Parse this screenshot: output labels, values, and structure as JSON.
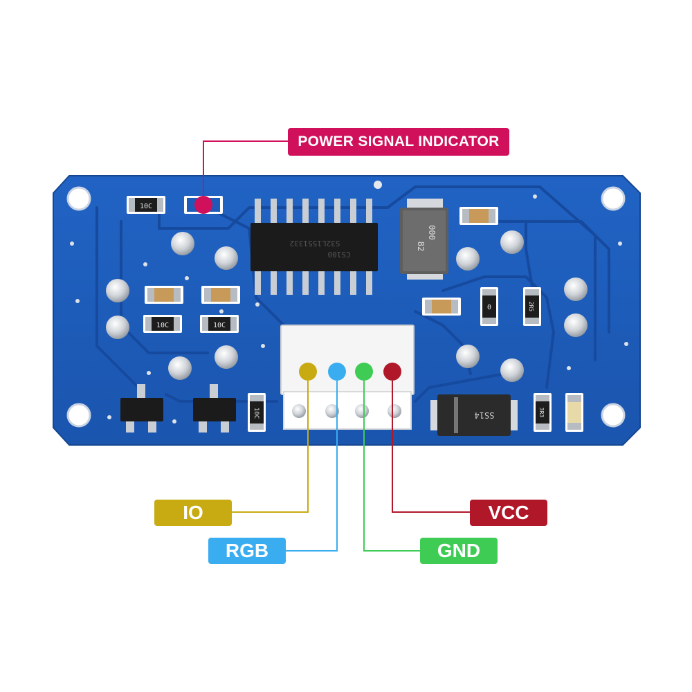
{
  "labels": {
    "power_indicator": "POWER SIGNAL INDICATOR",
    "io": "IO",
    "rgb": "RGB",
    "vcc": "VCC",
    "gnd": "GND"
  },
  "chip_markings": {
    "ic_line1": "CS100",
    "ic_line2": "S32L1551332",
    "cap_line1": "000",
    "cap_line2": "82",
    "diode": "SS14",
    "resistor_1": "10C",
    "resistor_2": "10C",
    "resistor_3": "10C",
    "resistor_4": "10C",
    "resistor_5": "2R5",
    "resistor_6": "3R3",
    "resistor_7": "0"
  },
  "colors": {
    "power": "#d0105a",
    "io": "#c8aa12",
    "rgb": "#3aacf0",
    "gnd": "#3fcc55",
    "vcc": "#b01728",
    "pcb": "#1e5ab8",
    "pcb_dark": "#174a9c",
    "pad": "#d9d9d9"
  }
}
